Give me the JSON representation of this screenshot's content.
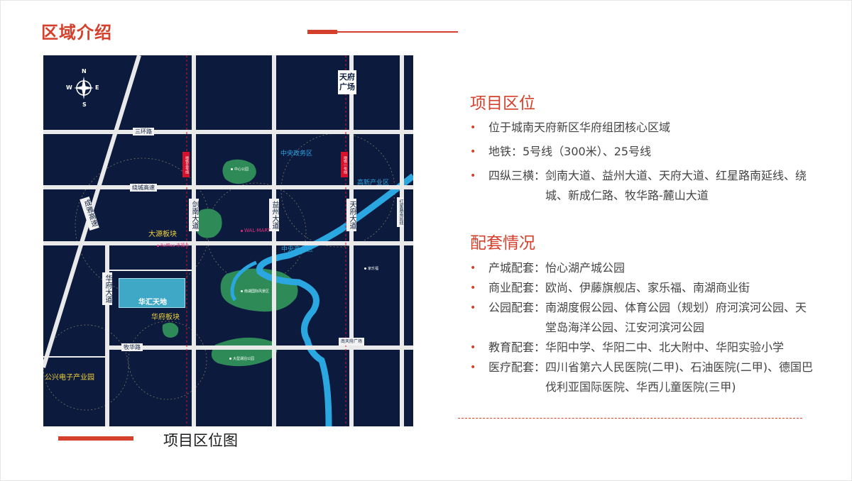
{
  "title": "区域介绍",
  "map": {
    "caption": "项目区位图",
    "compass": {
      "n": "N",
      "s": "S",
      "e": "E",
      "w": "W"
    },
    "roads": {
      "third_ring": "三环路",
      "ring_expressway": "绕城高速",
      "chengya_expressway": "成雅高速",
      "jiannan": "剑南大道",
      "yizhou": "益州大道",
      "tianfu": "天府大道",
      "huafu": "华府大道",
      "muhua": "牧华路",
      "honglu": "红星路南延线",
      "tianfu_square": "天府广场",
      "nantianfu_square": "南天府广场"
    },
    "zones": {
      "central_gov": "中央政务区",
      "high_tech": "高新产业区",
      "central_business": "中央商务区",
      "dayuan": "大源板块",
      "huafu_block": "华府板块",
      "gongxing": "公兴电子产业园"
    },
    "project_name": "华汇天地",
    "metro_lines": [
      "地铁五号线",
      "地铁一号线"
    ],
    "pois": {
      "walmart": "WAL·MART",
      "raffles": "Raffles·来福士",
      "carrefour": "家乐福",
      "lake_park": "南湖国际风景区",
      "big_park": "大型湖泊公园",
      "center_park": "中心公园"
    }
  },
  "location": {
    "heading": "项目区位",
    "items": [
      {
        "text": "位于城南天府新区华府组团核心区域"
      },
      {
        "text": "地铁：5号线（300米）、25号线"
      },
      {
        "label": "四纵三横：",
        "text": "剑南大道、益州大道、天府大道、红星路南延线、绕城、新成仁路、牧华路-麓山大道"
      }
    ]
  },
  "amenities": {
    "heading": "配套情况",
    "items": [
      {
        "label": "产城配套：",
        "text": "怡心湖产城公园"
      },
      {
        "label": "商业配套：",
        "text": "欧尚、伊藤旗舰店、家乐福、南湖商业街"
      },
      {
        "label": "公园配套：",
        "text": "南湖度假公园、体育公园（规划）府河滨河公园、天堂岛海洋公园、江安河滨河公园"
      },
      {
        "label": "教育配套：",
        "text": "华阳中学、华阳二中、北大附中、华阳实验小学"
      },
      {
        "label": "医疗配套：",
        "text": "四川省第六人民医院(二甲)、石油医院(二甲)、德国巴伐利亚国际医院、华西儿童医院(三甲)"
      }
    ]
  },
  "colors": {
    "accent": "#d4402b",
    "map_bg": "#0c1a3e",
    "river": "#2aa7e0",
    "park": "#2e8b57"
  }
}
